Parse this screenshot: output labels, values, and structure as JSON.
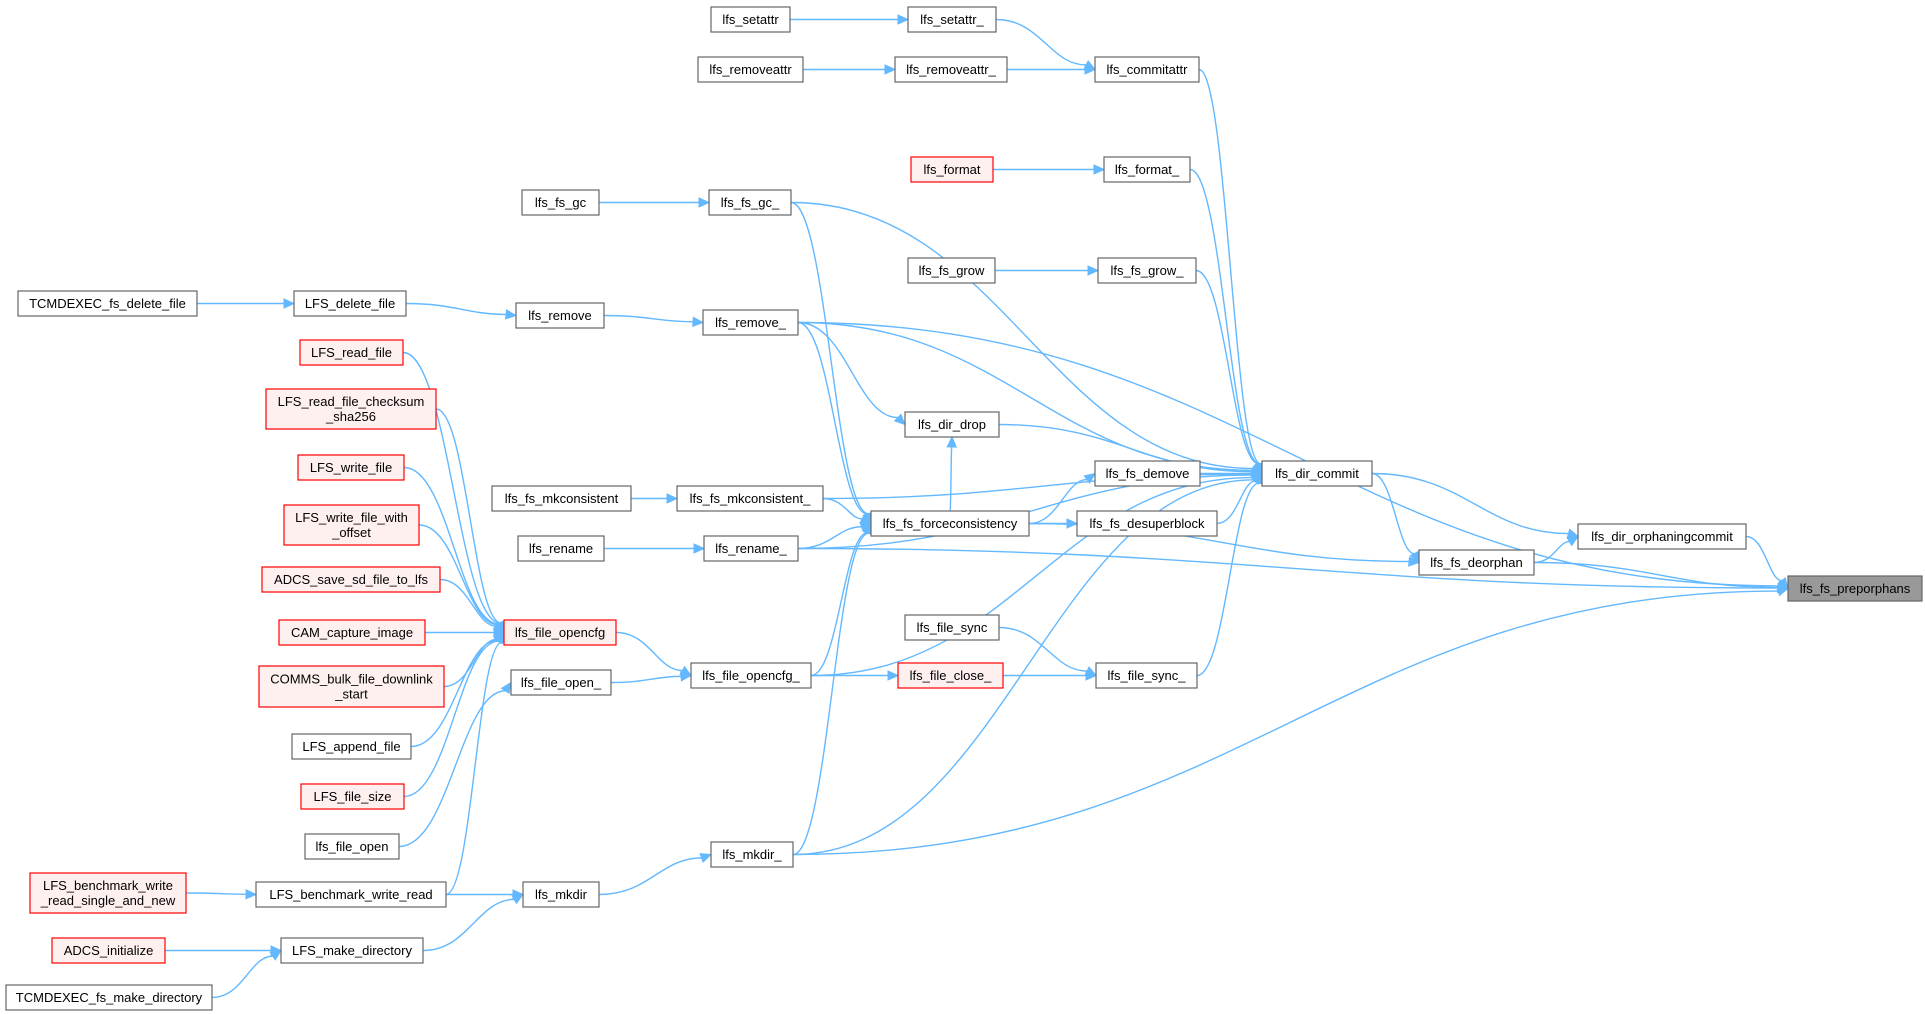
{
  "graph": {
    "edge_color": "#63b8ff",
    "node_border": "#666666",
    "highlight_border": "#ff0000",
    "focus_fill": "#999999",
    "nodes": [
      {
        "id": "lfs_setattr",
        "label": "lfs_setattr",
        "style": "normal"
      },
      {
        "id": "lfs_setattr_",
        "label": "lfs_setattr_",
        "style": "normal"
      },
      {
        "id": "lfs_removeattr",
        "label": "lfs_removeattr",
        "style": "normal"
      },
      {
        "id": "lfs_removeattr_",
        "label": "lfs_removeattr_",
        "style": "normal"
      },
      {
        "id": "lfs_commitattr",
        "label": "lfs_commitattr",
        "style": "normal"
      },
      {
        "id": "lfs_format",
        "label": "lfs_format",
        "style": "red"
      },
      {
        "id": "lfs_format_",
        "label": "lfs_format_",
        "style": "normal"
      },
      {
        "id": "lfs_fs_gc",
        "label": "lfs_fs_gc",
        "style": "normal"
      },
      {
        "id": "lfs_fs_gc_",
        "label": "lfs_fs_gc_",
        "style": "normal"
      },
      {
        "id": "lfs_fs_grow",
        "label": "lfs_fs_grow",
        "style": "normal"
      },
      {
        "id": "lfs_fs_grow_",
        "label": "lfs_fs_grow_",
        "style": "normal"
      },
      {
        "id": "TCMDEXEC_fs_delete_file",
        "label": "TCMDEXEC_fs_delete_file",
        "style": "normal"
      },
      {
        "id": "LFS_delete_file",
        "label": "LFS_delete_file",
        "style": "normal"
      },
      {
        "id": "lfs_remove",
        "label": "lfs_remove",
        "style": "normal"
      },
      {
        "id": "lfs_remove_",
        "label": "lfs_remove_",
        "style": "normal"
      },
      {
        "id": "LFS_read_file",
        "label": "LFS_read_file",
        "style": "red"
      },
      {
        "id": "LFS_read_file_checksum_sha256",
        "label": "LFS_read_file_checksum\n_sha256",
        "style": "red"
      },
      {
        "id": "lfs_dir_drop",
        "label": "lfs_dir_drop",
        "style": "normal"
      },
      {
        "id": "LFS_write_file",
        "label": "LFS_write_file",
        "style": "red"
      },
      {
        "id": "lfs_fs_demove",
        "label": "lfs_fs_demove",
        "style": "normal"
      },
      {
        "id": "lfs_dir_commit",
        "label": "lfs_dir_commit",
        "style": "normal"
      },
      {
        "id": "lfs_fs_mkconsistent",
        "label": "lfs_fs_mkconsistent",
        "style": "normal"
      },
      {
        "id": "lfs_fs_mkconsistent_",
        "label": "lfs_fs_mkconsistent_",
        "style": "normal"
      },
      {
        "id": "LFS_write_file_with_offset",
        "label": "LFS_write_file_with\n_offset",
        "style": "red"
      },
      {
        "id": "lfs_fs_forceconsistency",
        "label": "lfs_fs_forceconsistency",
        "style": "normal"
      },
      {
        "id": "lfs_fs_desuperblock",
        "label": "lfs_fs_desuperblock",
        "style": "normal"
      },
      {
        "id": "lfs_dir_orphaningcommit",
        "label": "lfs_dir_orphaningcommit",
        "style": "normal"
      },
      {
        "id": "lfs_rename",
        "label": "lfs_rename",
        "style": "normal"
      },
      {
        "id": "lfs_rename_",
        "label": "lfs_rename_",
        "style": "normal"
      },
      {
        "id": "lfs_fs_deorphan",
        "label": "lfs_fs_deorphan",
        "style": "normal"
      },
      {
        "id": "lfs_fs_preporphans",
        "label": "lfs_fs_preporphans",
        "style": "gray"
      },
      {
        "id": "ADCS_save_sd_file_to_lfs",
        "label": "ADCS_save_sd_file_to_lfs",
        "style": "red"
      },
      {
        "id": "lfs_file_sync",
        "label": "lfs_file_sync",
        "style": "normal"
      },
      {
        "id": "CAM_capture_image",
        "label": "CAM_capture_image",
        "style": "red"
      },
      {
        "id": "lfs_file_opencfg",
        "label": "lfs_file_opencfg",
        "style": "red"
      },
      {
        "id": "lfs_file_open_",
        "label": "lfs_file_open_",
        "style": "normal"
      },
      {
        "id": "lfs_file_opencfg_",
        "label": "lfs_file_opencfg_",
        "style": "normal"
      },
      {
        "id": "lfs_file_close_",
        "label": "lfs_file_close_",
        "style": "red"
      },
      {
        "id": "lfs_file_sync_",
        "label": "lfs_file_sync_",
        "style": "normal"
      },
      {
        "id": "COMMS_bulk_file_downlink_start",
        "label": "COMMS_bulk_file_downlink\n_start",
        "style": "red"
      },
      {
        "id": "LFS_append_file",
        "label": "LFS_append_file",
        "style": "normal"
      },
      {
        "id": "LFS_file_size",
        "label": "LFS_file_size",
        "style": "red"
      },
      {
        "id": "lfs_file_open",
        "label": "lfs_file_open",
        "style": "normal"
      },
      {
        "id": "lfs_mkdir_",
        "label": "lfs_mkdir_",
        "style": "normal"
      },
      {
        "id": "LFS_benchmark_write_read_single_and_new",
        "label": "LFS_benchmark_write\n_read_single_and_new",
        "style": "red"
      },
      {
        "id": "LFS_benchmark_write_read",
        "label": "LFS_benchmark_write_read",
        "style": "normal"
      },
      {
        "id": "lfs_mkdir",
        "label": "lfs_mkdir",
        "style": "normal"
      },
      {
        "id": "ADCS_initialize",
        "label": "ADCS_initialize",
        "style": "red"
      },
      {
        "id": "LFS_make_directory",
        "label": "LFS_make_directory",
        "style": "normal"
      },
      {
        "id": "TCMDEXEC_fs_make_directory",
        "label": "TCMDEXEC_fs_make_directory",
        "style": "normal"
      }
    ],
    "edges": [
      [
        "lfs_setattr",
        "lfs_setattr_"
      ],
      [
        "lfs_removeattr",
        "lfs_removeattr_"
      ],
      [
        "lfs_setattr_",
        "lfs_commitattr"
      ],
      [
        "lfs_removeattr_",
        "lfs_commitattr"
      ],
      [
        "lfs_commitattr",
        "lfs_dir_commit"
      ],
      [
        "lfs_format",
        "lfs_format_"
      ],
      [
        "lfs_format_",
        "lfs_dir_commit"
      ],
      [
        "lfs_fs_gc",
        "lfs_fs_gc_"
      ],
      [
        "lfs_fs_gc_",
        "lfs_dir_commit"
      ],
      [
        "lfs_fs_gc_",
        "lfs_fs_forceconsistency"
      ],
      [
        "lfs_fs_grow",
        "lfs_fs_grow_"
      ],
      [
        "lfs_fs_grow_",
        "lfs_dir_commit"
      ],
      [
        "TCMDEXEC_fs_delete_file",
        "LFS_delete_file"
      ],
      [
        "LFS_delete_file",
        "lfs_remove"
      ],
      [
        "lfs_remove",
        "lfs_remove_"
      ],
      [
        "lfs_remove_",
        "lfs_dir_commit"
      ],
      [
        "lfs_remove_",
        "lfs_dir_drop"
      ],
      [
        "lfs_remove_",
        "lfs_fs_forceconsistency"
      ],
      [
        "lfs_remove_",
        "lfs_fs_preporphans"
      ],
      [
        "lfs_dir_drop",
        "lfs_dir_commit"
      ],
      [
        "lfs_fs_demove",
        "lfs_dir_commit"
      ],
      [
        "lfs_fs_desuperblock",
        "lfs_dir_commit"
      ],
      [
        "lfs_dir_commit",
        "lfs_dir_orphaningcommit"
      ],
      [
        "lfs_dir_commit",
        "lfs_fs_deorphan"
      ],
      [
        "lfs_dir_orphaningcommit",
        "lfs_fs_preporphans"
      ],
      [
        "lfs_fs_deorphan",
        "lfs_dir_orphaningcommit"
      ],
      [
        "lfs_fs_deorphan",
        "lfs_fs_preporphans"
      ],
      [
        "lfs_fs_mkconsistent",
        "lfs_fs_mkconsistent_"
      ],
      [
        "lfs_fs_mkconsistent_",
        "lfs_dir_commit"
      ],
      [
        "lfs_fs_mkconsistent_",
        "lfs_fs_forceconsistency"
      ],
      [
        "lfs_fs_forceconsistency",
        "lfs_fs_demove"
      ],
      [
        "lfs_fs_forceconsistency",
        "lfs_fs_desuperblock"
      ],
      [
        "lfs_fs_forceconsistency",
        "lfs_fs_deorphan"
      ],
      [
        "lfs_fs_forceconsistency",
        "lfs_dir_drop"
      ],
      [
        "lfs_rename",
        "lfs_rename_"
      ],
      [
        "lfs_rename_",
        "lfs_dir_commit"
      ],
      [
        "lfs_rename_",
        "lfs_fs_forceconsistency"
      ],
      [
        "lfs_rename_",
        "lfs_fs_preporphans"
      ],
      [
        "LFS_read_file",
        "lfs_file_opencfg"
      ],
      [
        "LFS_read_file_checksum_sha256",
        "lfs_file_opencfg"
      ],
      [
        "LFS_write_file",
        "lfs_file_opencfg"
      ],
      [
        "LFS_write_file_with_offset",
        "lfs_file_opencfg"
      ],
      [
        "ADCS_save_sd_file_to_lfs",
        "lfs_file_opencfg"
      ],
      [
        "CAM_capture_image",
        "lfs_file_opencfg"
      ],
      [
        "COMMS_bulk_file_downlink_start",
        "lfs_file_opencfg"
      ],
      [
        "LFS_append_file",
        "lfs_file_opencfg"
      ],
      [
        "LFS_file_size",
        "lfs_file_opencfg"
      ],
      [
        "lfs_file_open",
        "lfs_file_open_"
      ],
      [
        "LFS_benchmark_write_read",
        "lfs_file_opencfg"
      ],
      [
        "lfs_file_opencfg",
        "lfs_file_opencfg_"
      ],
      [
        "lfs_file_open_",
        "lfs_file_opencfg_"
      ],
      [
        "lfs_file_opencfg_",
        "lfs_dir_commit"
      ],
      [
        "lfs_file_opencfg_",
        "lfs_fs_forceconsistency"
      ],
      [
        "lfs_file_opencfg_",
        "lfs_file_close_"
      ],
      [
        "lfs_file_close_",
        "lfs_file_sync_"
      ],
      [
        "lfs_file_sync",
        "lfs_file_sync_"
      ],
      [
        "lfs_file_sync_",
        "lfs_dir_commit"
      ],
      [
        "LFS_benchmark_write_read_single_and_new",
        "LFS_benchmark_write_read"
      ],
      [
        "LFS_benchmark_write_read",
        "lfs_mkdir"
      ],
      [
        "ADCS_initialize",
        "LFS_make_directory"
      ],
      [
        "TCMDEXEC_fs_make_directory",
        "LFS_make_directory"
      ],
      [
        "LFS_make_directory",
        "lfs_mkdir"
      ],
      [
        "lfs_mkdir",
        "lfs_mkdir_"
      ],
      [
        "lfs_mkdir_",
        "lfs_dir_commit"
      ],
      [
        "lfs_mkdir_",
        "lfs_fs_forceconsistency"
      ],
      [
        "lfs_mkdir_",
        "lfs_fs_preporphans"
      ]
    ]
  }
}
